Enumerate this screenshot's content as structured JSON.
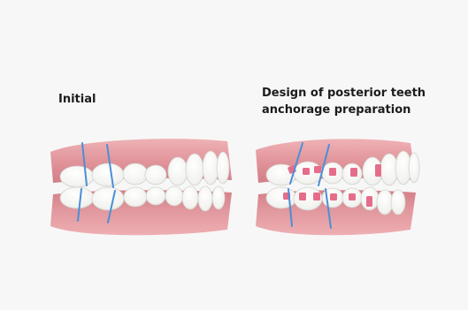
{
  "figure": {
    "left_caption": "Initial",
    "right_caption_line1": "Design of posterior teeth",
    "right_caption_line2": "anchorage preparation",
    "colors": {
      "background": "#f7f7f7",
      "gum": "#e4979c",
      "tooth": "#f6f6f4",
      "guide_line": "#4a8fd6",
      "attachment": "#e66d8a"
    }
  }
}
